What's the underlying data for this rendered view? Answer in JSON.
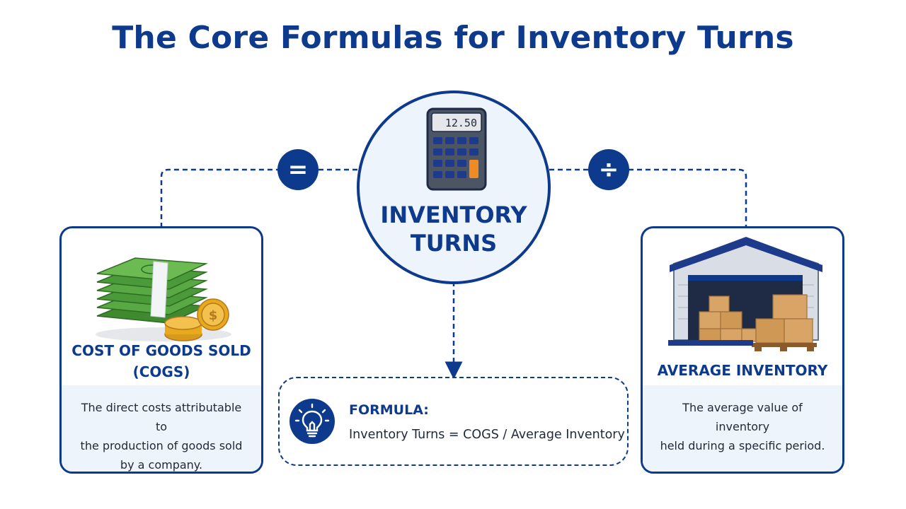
{
  "title": "The Core Formulas for Inventory Turns",
  "center": {
    "label_line1": "INVENTORY",
    "label_line2": "TURNS",
    "calculator_display": "12.50",
    "icon": "calculator-icon"
  },
  "operators": {
    "left": "=",
    "right": "÷"
  },
  "left_card": {
    "title_line1": "COST OF GOODS SOLD",
    "title_line2": "(COGS)",
    "description_line1": "The direct costs attributable to",
    "description_line2": "the production of goods sold",
    "description_line3": "by a company.",
    "icon": "money-stack-icon"
  },
  "right_card": {
    "title": "AVERAGE INVENTORY",
    "description_line1": "The average value of inventory",
    "description_line2": "held during a specific period.",
    "icon": "warehouse-icon"
  },
  "formula": {
    "heading": "FORMULA:",
    "text": "Inventory Turns = COGS / Average Inventory",
    "icon": "lightbulb-icon"
  },
  "colors": {
    "primary": "#0d3a8c",
    "panel": "#eef4fb",
    "money_green": "#4a9a3a",
    "coin_gold": "#e8a91c",
    "accent_orange": "#f08a24",
    "box_brown": "#d9a566"
  }
}
